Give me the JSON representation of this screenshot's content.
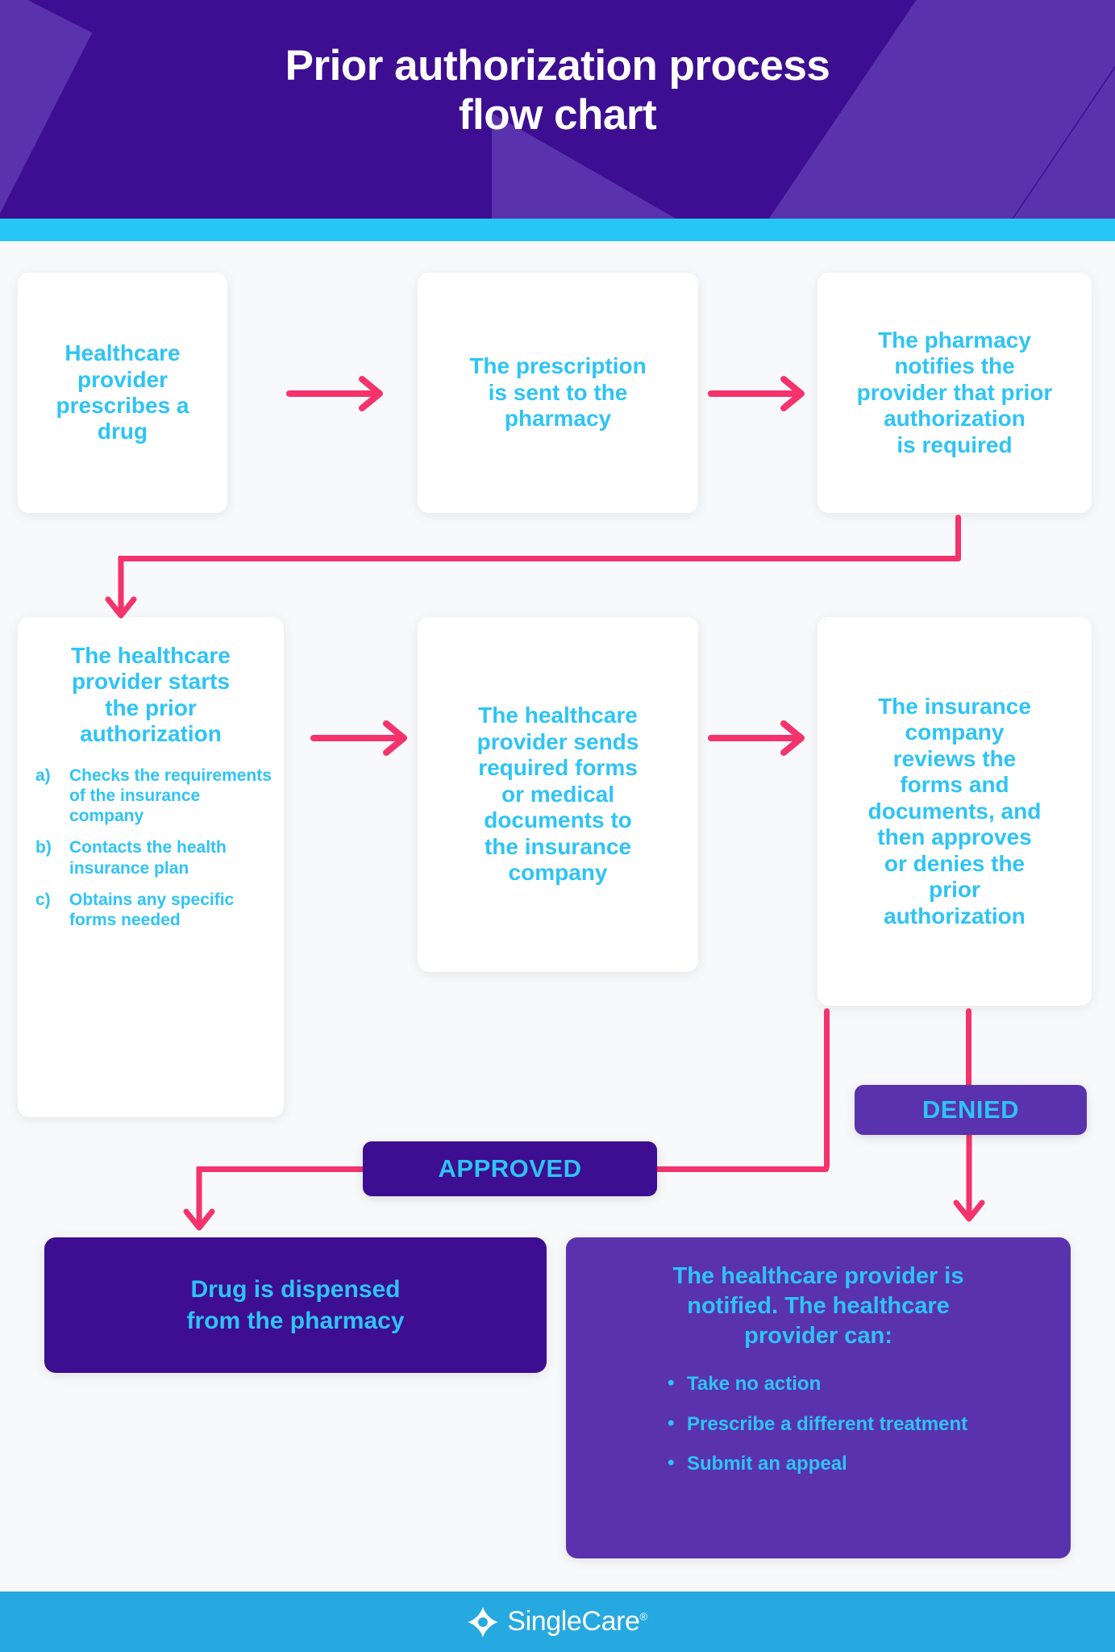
{
  "header": {
    "title": "Prior authorization process\nflow chart",
    "bg_color": "#3d0e91",
    "accent_bar_color": "#26c6f7"
  },
  "theme": {
    "page_bg": "#f8f9fa",
    "card_bg": "#ffffff",
    "text_cyan": "#2ec4f5",
    "connector_pink": "#f4336d",
    "deep_purple": "#3d0e91",
    "mid_purple": "#5a32ad",
    "footer_blue": "#26a9e0"
  },
  "flow": {
    "row1": [
      {
        "id": "r1c1",
        "text": "Healthcare\nprovider\nprescribes a\ndrug"
      },
      {
        "id": "r1c2",
        "text": "The prescription\nis sent to the\npharmacy"
      },
      {
        "id": "r1c3",
        "text": "The pharmacy\nnotifies the\nprovider that prior\nauthorization\nis required"
      }
    ],
    "row2": [
      {
        "id": "r2c1",
        "text": "The healthcare\nprovider starts\nthe prior\nauthorization",
        "sublist": [
          {
            "marker": "a)",
            "text": "Checks the requirements of the insurance company"
          },
          {
            "marker": "b)",
            "text": "Contacts the health insurance plan"
          },
          {
            "marker": "c)",
            "text": "Obtains any specific forms needed"
          }
        ]
      },
      {
        "id": "r2c2",
        "text": "The healthcare\nprovider sends\nrequired forms\nor medical\ndocuments to\nthe insurance\ncompany"
      },
      {
        "id": "r2c3",
        "text": "The insurance\ncompany\nreviews the\nforms and\ndocuments, and\nthen approves\nor denies the\nprior\nauthorization"
      }
    ],
    "decisions": {
      "approved_label": "APPROVED",
      "denied_label": "DENIED"
    },
    "outcomes": {
      "approved": {
        "text": "Drug is dispensed\nfrom the pharmacy"
      },
      "denied": {
        "text": "The healthcare provider is\nnotified. The healthcare\nprovider can:",
        "bullets": [
          "Take no action",
          "Prescribe a different treatment",
          "Submit an appeal"
        ],
        "bullet_glyph": "•"
      }
    }
  },
  "footer": {
    "brand": "SingleCare",
    "registered_mark": "®"
  }
}
